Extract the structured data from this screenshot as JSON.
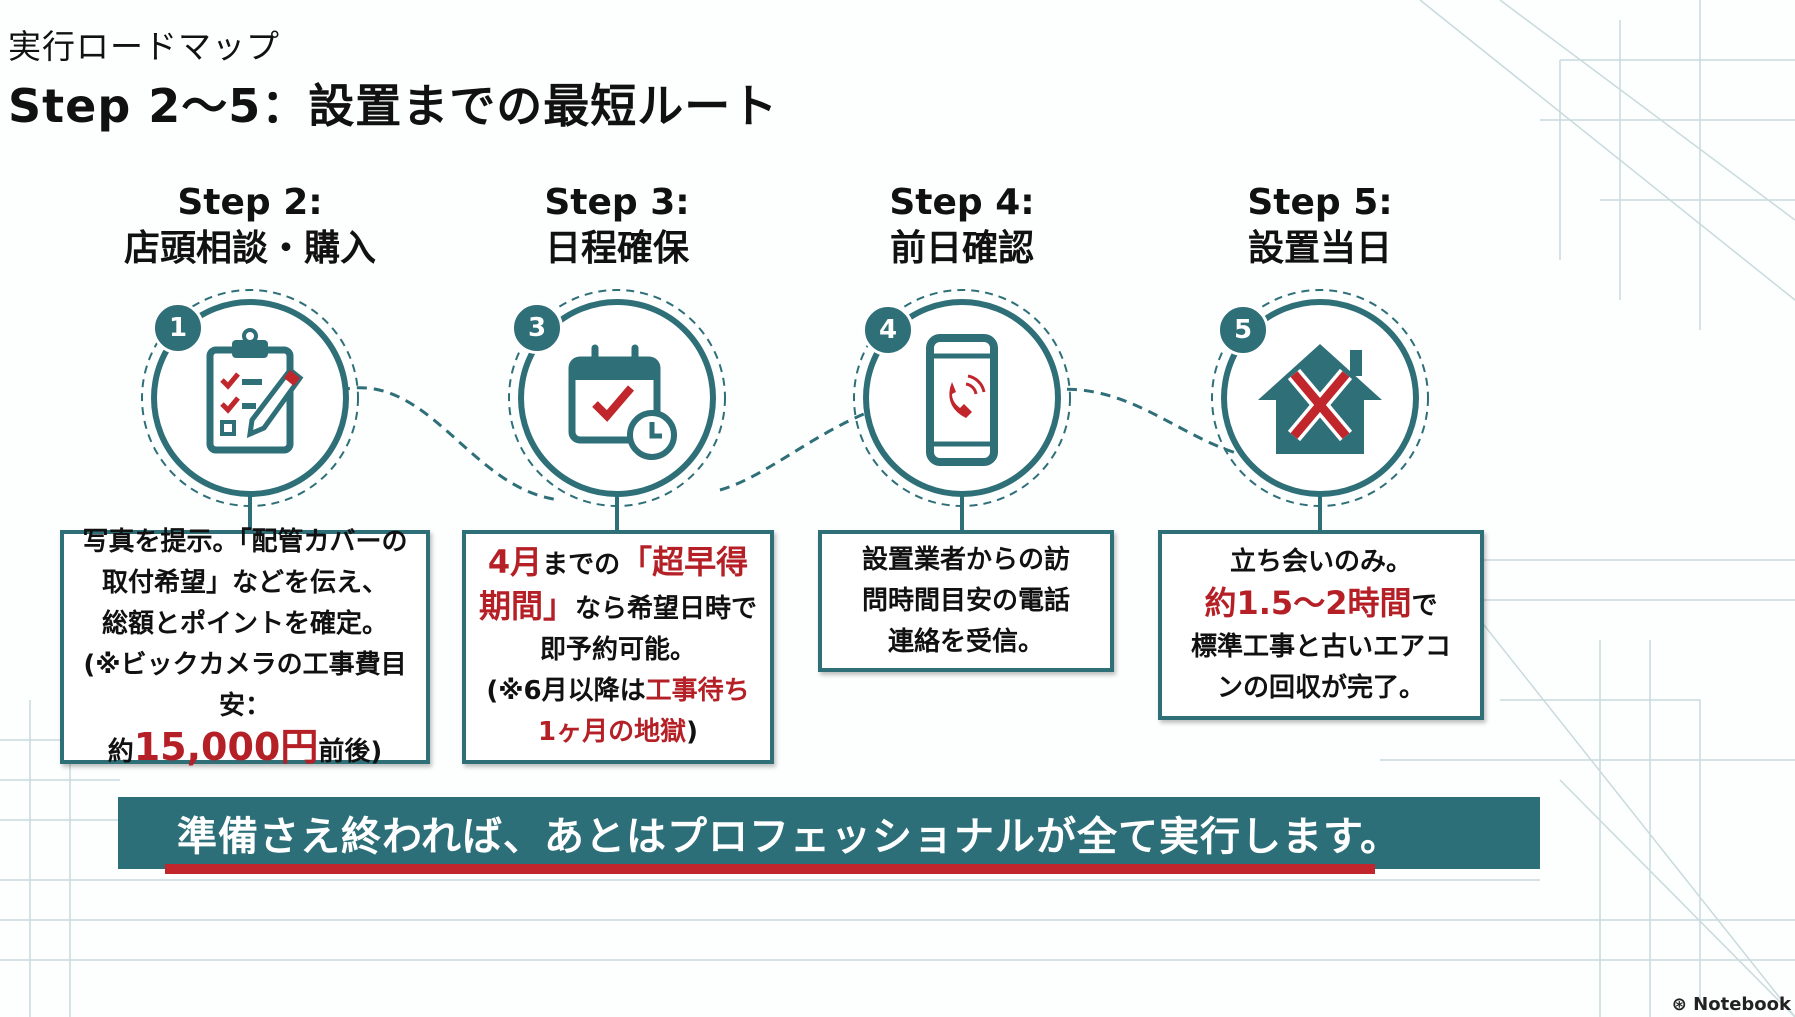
{
  "header": {
    "subtitle": "実行ロードマップ",
    "title": "Step 2〜5：設置までの最短ルート"
  },
  "steps": [
    {
      "label": "Step 2:",
      "name": "店頭相談・購入",
      "badge": "1",
      "icon": "clipboard-checklist-icon"
    },
    {
      "label": "Step 3:",
      "name": "日程確保",
      "badge": "3",
      "icon": "calendar-check-clock-icon"
    },
    {
      "label": "Step 4:",
      "name": "前日確認",
      "badge": "4",
      "icon": "smartphone-call-icon"
    },
    {
      "label": "Step 5:",
      "name": "設置当日",
      "badge": "5",
      "icon": "house-tools-icon"
    }
  ],
  "boxes": [
    [
      [
        {
          "t": "写真を提示。「配管カバーの"
        }
      ],
      [
        {
          "t": "取付希望」などを伝え、"
        }
      ],
      [
        {
          "t": "総額とポイントを確定。"
        }
      ],
      [
        {
          "t": "(※ビックカメラの工事費目安："
        }
      ],
      [
        {
          "t": "約"
        },
        {
          "t": "15,000円",
          "red": true,
          "size": "big"
        },
        {
          "t": "前後)"
        }
      ]
    ],
    [
      [
        {
          "t": "4月",
          "red": true,
          "size": "mid"
        },
        {
          "t": "までの"
        },
        {
          "t": "「超早得",
          "red": true,
          "size": "mid"
        }
      ],
      [
        {
          "t": "期間」",
          "red": true,
          "size": "mid"
        },
        {
          "t": "なら希望日時で"
        }
      ],
      [
        {
          "t": "即予約可能。"
        }
      ],
      [
        {
          "t": "(※6月以降は"
        },
        {
          "t": "工事待ち",
          "red": true
        }
      ],
      [
        {
          "t": "1ヶ月の地獄",
          "red": true
        },
        {
          "t": ")"
        }
      ]
    ],
    [
      [
        {
          "t": "設置業者からの訪"
        }
      ],
      [
        {
          "t": "問時間目安の電話"
        }
      ],
      [
        {
          "t": "連絡を受信。"
        }
      ]
    ],
    [
      [
        {
          "t": "立ち会いのみ。"
        }
      ],
      [
        {
          "t": "約1.5〜2時間",
          "red": true,
          "size": "mid"
        },
        {
          "t": "で"
        }
      ],
      [
        {
          "t": "標準工事と古いエアコ"
        }
      ],
      [
        {
          "t": "ンの回収が完了。"
        }
      ]
    ]
  ],
  "banner": {
    "text": "準備さえ終われば、あとはプロフェッショナルが全て実行します。"
  },
  "brand": {
    "text": "Notebook"
  },
  "colors": {
    "teal": "#2e6f78",
    "red": "#c0262b"
  }
}
